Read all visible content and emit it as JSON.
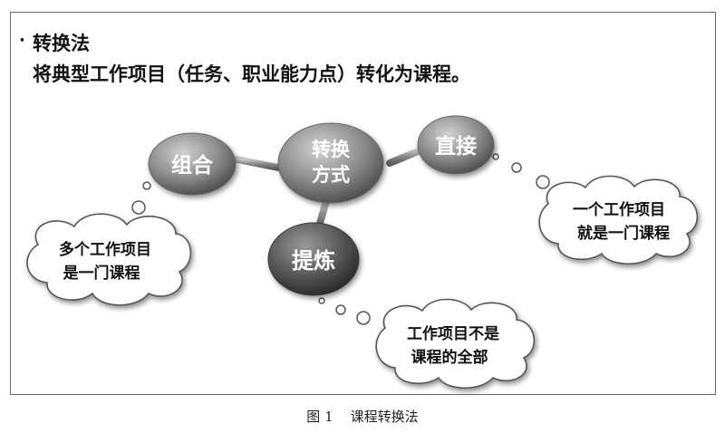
{
  "header": {
    "bullet": "·",
    "title": "转换法",
    "subtitle": "将典型工作项目（任务、职业能力点）转化为课程。"
  },
  "nodes": {
    "center": {
      "line1": "转换",
      "line2": "方式"
    },
    "combine": "组合",
    "direct": "直接",
    "refine": "提炼"
  },
  "clouds": {
    "combine": {
      "line1": "多个工作项目",
      "line2": "是一门课程"
    },
    "direct": {
      "line1": "一个工作项目",
      "line2": "就是一门课程"
    },
    "refine": {
      "line1": "工作项目不是",
      "line2": "课程的全部"
    }
  },
  "caption": "图 1    课程转换法",
  "colors": {
    "node_fill": "#8c8c8c",
    "node_dark": "#3c3c3c",
    "connector": "#9a9a9a",
    "cloud_stroke": "#555555"
  }
}
